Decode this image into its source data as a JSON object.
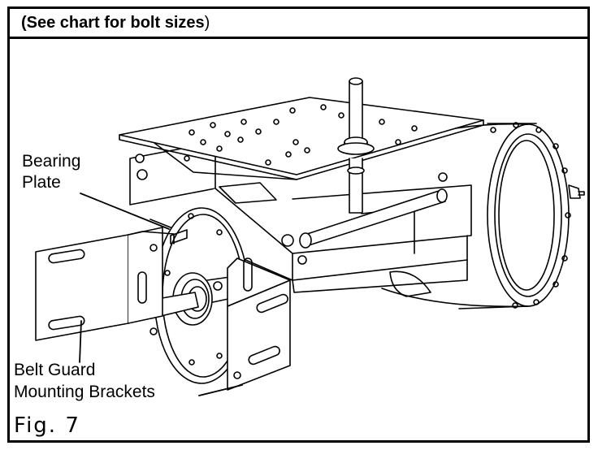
{
  "header": {
    "bold_text": "(See chart for bolt sizes",
    "trailing_text": ")"
  },
  "labels": {
    "bearing_plate_line1": "Bearing",
    "bearing_plate_line2": "Plate",
    "belt_guard_line1": "Belt Guard",
    "belt_guard_line2": "Mounting Brackets"
  },
  "figure_caption": "Fig. 7"
}
